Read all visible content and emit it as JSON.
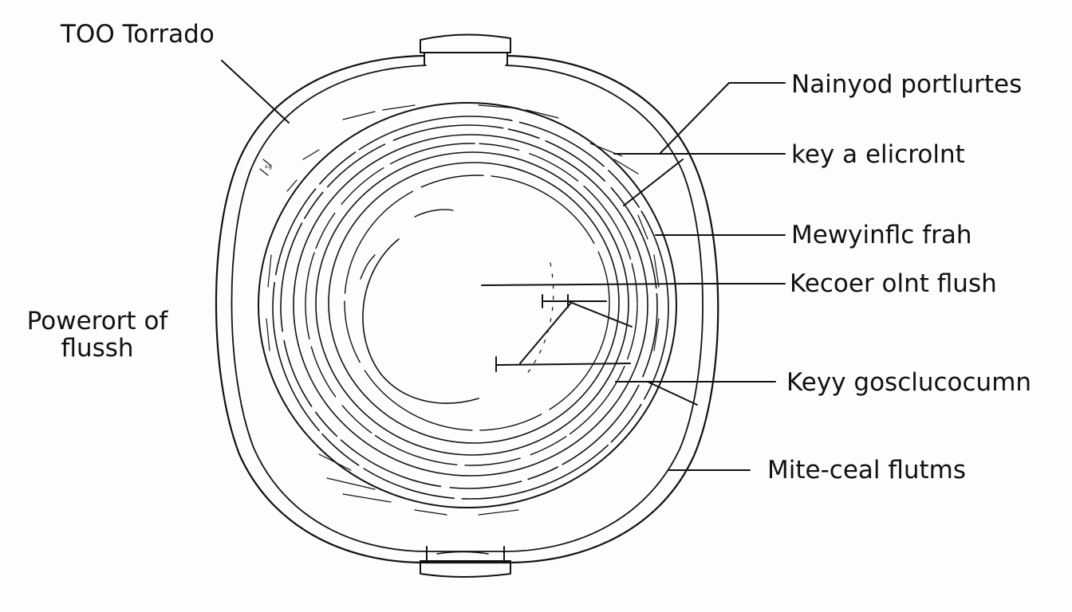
{
  "diagram": {
    "labels": {
      "top_left": "TOO Torrado",
      "left_line1": "Powerort of",
      "left_line2": "flussh",
      "right_1": "Nainyod portlurtes",
      "right_2": "key a elicrolnt",
      "right_3": "Mewyinflc frah",
      "right_4": "Kecoer olnt flush",
      "right_5": "Keyy gosclucocumn",
      "right_6": "Mite-ceal flutms"
    },
    "colors": {
      "ink": "#111111",
      "background": "#fdfdfd"
    }
  }
}
